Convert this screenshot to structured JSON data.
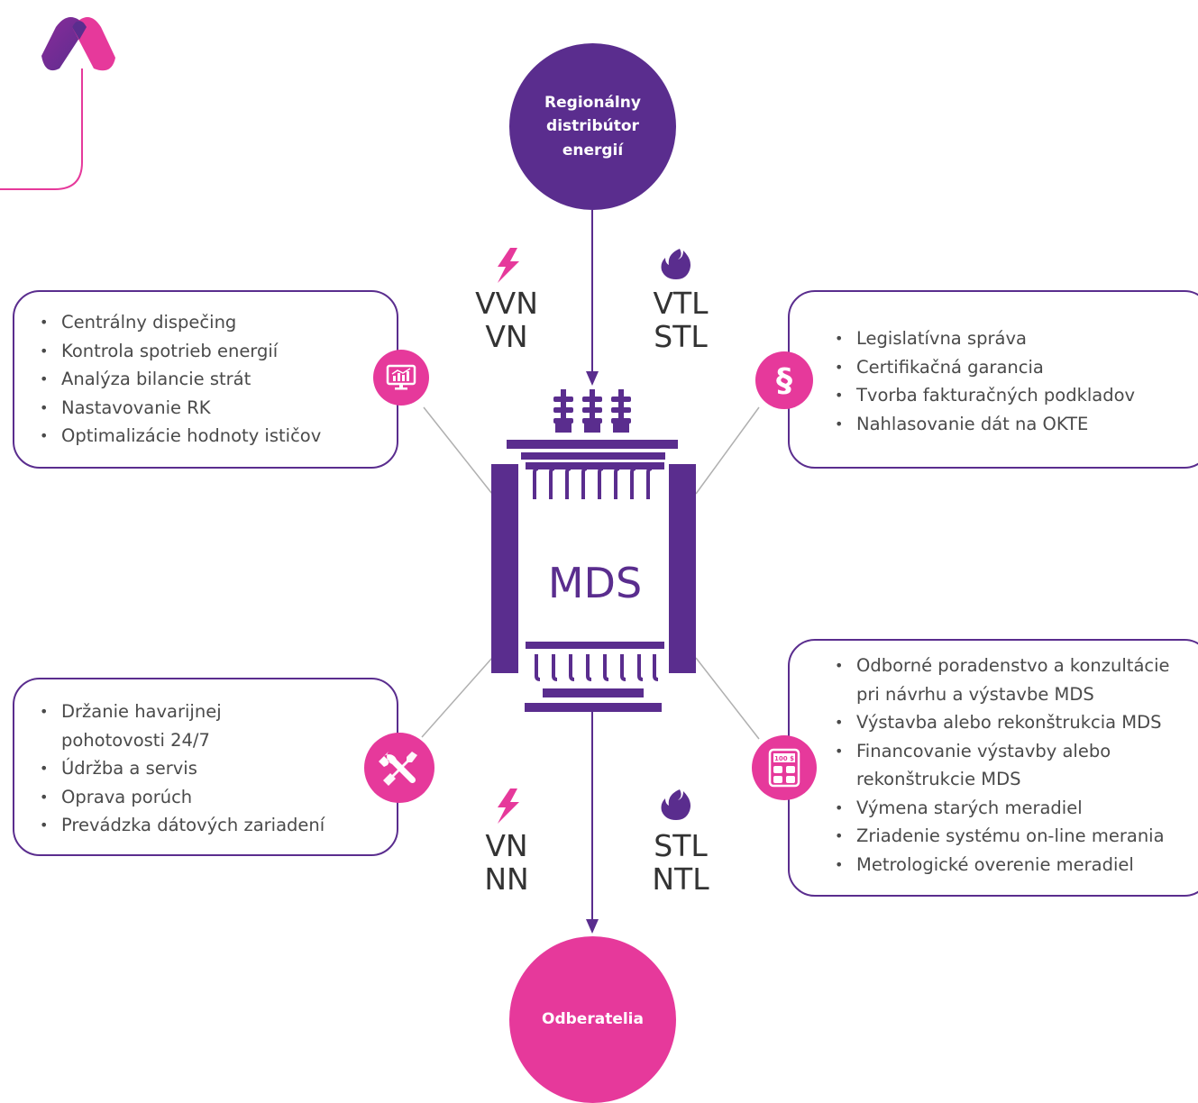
{
  "nodes": {
    "top": "Regionálny distribútor energií",
    "center": "MDS",
    "bottom": "Odberatelia"
  },
  "voltage": {
    "upper_left": [
      "VVN",
      "VN"
    ],
    "upper_right": [
      "VTL",
      "STL"
    ],
    "lower_left": [
      "VN",
      "NN"
    ],
    "lower_right": [
      "STL",
      "NTL"
    ]
  },
  "boxes": {
    "top_left": {
      "icon": "monitor-chart-icon",
      "items": [
        "Centrálny dispečing",
        "Kontrola spotrieb energií",
        "Analýza bilancie strát",
        "Nastavovanie RK",
        "Optimalizácie hodnoty ističov"
      ]
    },
    "top_right": {
      "icon": "paragraph-icon",
      "icon_text": "§",
      "items": [
        "Legislatívna správa",
        "Certifikačná garancia",
        "Tvorba fakturačných podkladov",
        "Nahlasovanie dát na OKTE"
      ]
    },
    "bottom_left": {
      "icon": "tools-icon",
      "items": [
        "Držanie havarijnej",
        "pohotovosti 24/7",
        "Údržba a servis",
        "Oprava porúch",
        "Prevádzka dátových zariadení"
      ]
    },
    "bottom_right": {
      "icon": "calculator-icon",
      "icon_text": "100 $",
      "items": [
        "Odborné poradenstvo a konzultácie",
        "pri návrhu a výstavbe MDS",
        "Výstavba alebo rekonštrukcia MDS",
        "Financovanie výstavby alebo",
        "rekonštrukcie MDS",
        "Výmena starých meradiel",
        "Zriadenie systému on-line merania",
        "Metrologické overenie meradiel"
      ]
    }
  },
  "colors": {
    "purple": "#5a2d8e",
    "pink": "#e6399b",
    "line": "#b0b0b0"
  }
}
